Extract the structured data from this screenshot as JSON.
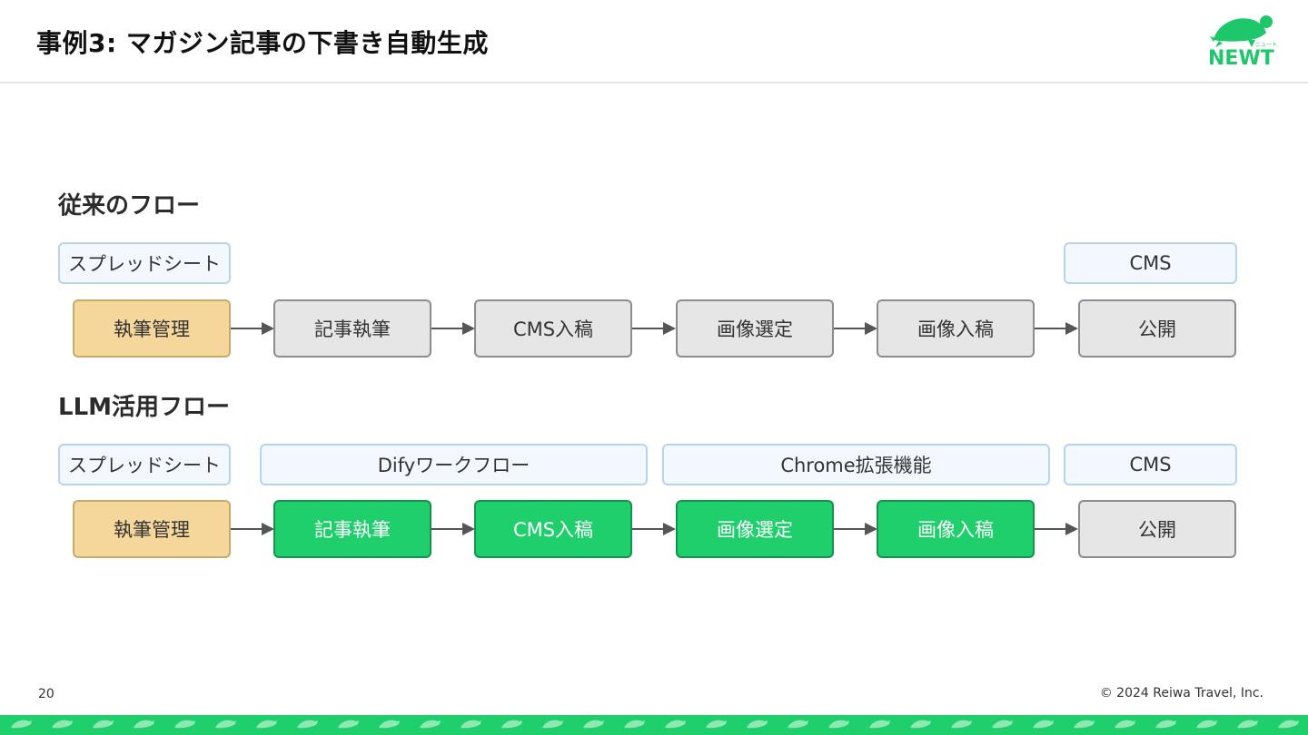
{
  "header": {
    "title": "事例3: マガジン記事の下書き自動生成",
    "logo_text": "NEWT",
    "logo_sub": "ニュート"
  },
  "sections": [
    {
      "title": "従来のフロー",
      "tools": [
        "スプレッドシート",
        "CMS"
      ],
      "steps": [
        "執筆管理",
        "記事執筆",
        "CMS入稿",
        "画像選定",
        "画像入稿",
        "公開"
      ]
    },
    {
      "title": "LLM活用フロー",
      "tools": [
        "スプレッドシート",
        "Difyワークフロー",
        "Chrome拡張機能",
        "CMS"
      ],
      "steps": [
        "執筆管理",
        "記事執筆",
        "CMS入稿",
        "画像選定",
        "画像入稿",
        "公開"
      ]
    }
  ],
  "colors": {
    "management": "#f5d79c",
    "automated": "#1ecf6c",
    "manual": "#e6e6e6",
    "tool": "#f2f8fe",
    "brand": "#1ec86a"
  },
  "footer": {
    "page_number": "20",
    "copyright": "© 2024 Reiwa Travel, Inc."
  }
}
